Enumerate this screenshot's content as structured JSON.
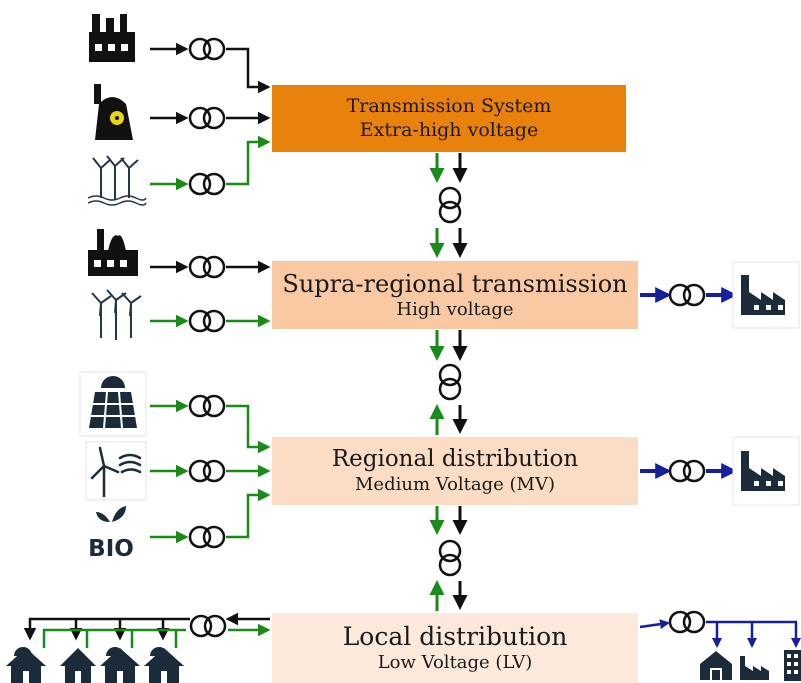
{
  "boxes": {
    "transmission": {
      "line1": "Transmission System",
      "line2": "Extra-high voltage"
    },
    "supra": {
      "line1": "Supra-regional transmission",
      "line2": "High voltage"
    },
    "regional": {
      "line1": "Regional distribution",
      "line2": "Medium Voltage (MV)"
    },
    "local": {
      "line1": "Local distribution",
      "line2": "Low Voltage (LV)"
    }
  },
  "icons": [
    "factory-icon",
    "nuclear-plant-icon",
    "offshore-wind-icon",
    "industrial-plant-icon",
    "onshore-wind-icon",
    "solar-panel-icon",
    "small-wind-turbine-icon",
    "bio-icon",
    "industrial-consumer-icon",
    "house-solar-icon",
    "house-icon",
    "barn-icon",
    "building-icon"
  ],
  "bio_icon_text": "BIO",
  "colors": {
    "transmission_box": "#e8820c",
    "supra_box": "#f9c9a3",
    "regional_box": "#fbdcc4",
    "local_box": "#fde9dc",
    "renewable_flow": "#1a8a1a",
    "conventional_flow": "#111111",
    "consumer_flow": "#16209c",
    "icon_dark": "#1c2b3a"
  }
}
